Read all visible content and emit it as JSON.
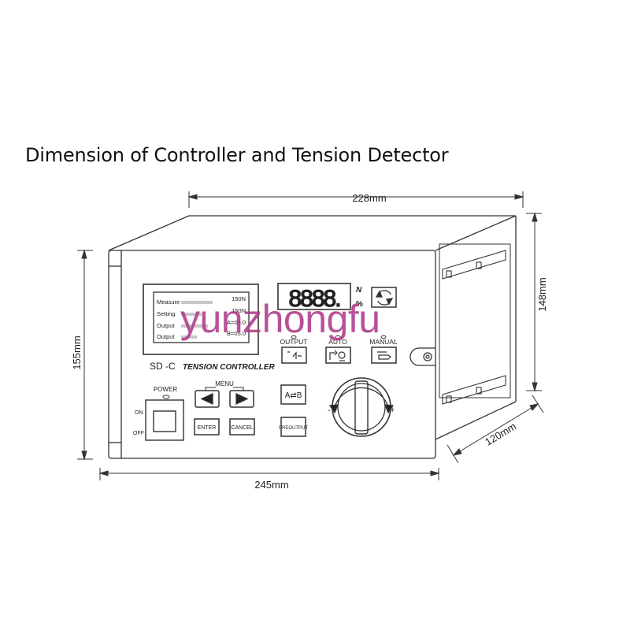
{
  "title": "Dimension of Controller and Tension Detector",
  "watermark": "yunzhongfu",
  "dimensions": {
    "top_width": "228mm",
    "front_width": "245mm",
    "front_height": "155mm",
    "side_height": "148mm",
    "depth": "120mm"
  },
  "lcd": {
    "rows": [
      "Measure",
      "Setting",
      "Output",
      "Output"
    ],
    "right_values": [
      "150N",
      "150N",
      "A=05.0",
      "B=05.0"
    ]
  },
  "display": {
    "digits": "8888.",
    "unit_top": "N",
    "unit_bottom": "%"
  },
  "model_label": "SD -C",
  "model_subtitle": "TENSION CONTROLLER",
  "buttons": {
    "output": "OUTPUT",
    "auto": "AUTO",
    "manual": "MANUAL",
    "power": "POWER",
    "on": "ON",
    "off": "OFF",
    "menu": "MENU",
    "enter": "ENTER",
    "cancel": "CANCEL",
    "ab": "A⇄B",
    "preoutput": "PREOUTPUT",
    "minus": "-",
    "plus": "+"
  }
}
